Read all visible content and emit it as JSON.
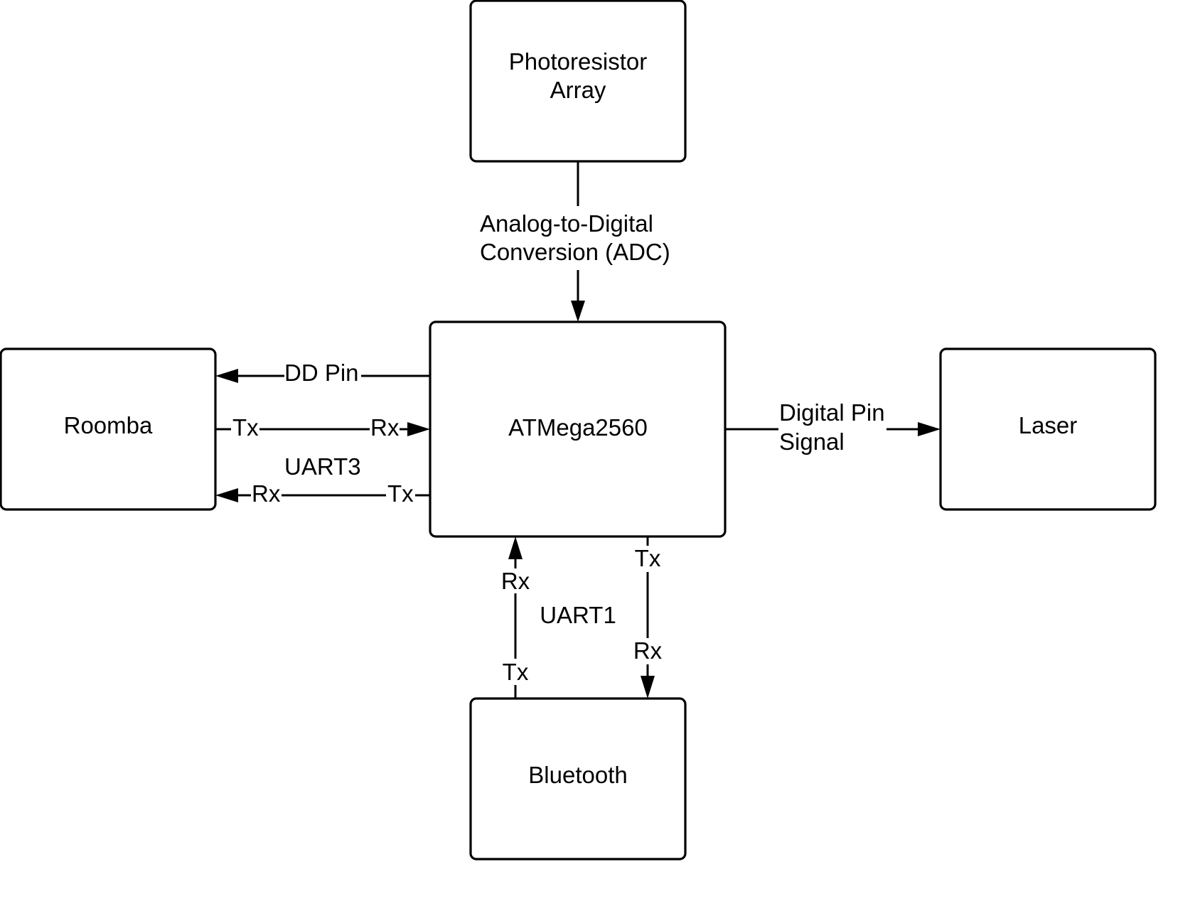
{
  "blocks": {
    "photoresistor": {
      "line1": "Photoresistor",
      "line2": "Array"
    },
    "roomba": "Roomba",
    "mcu": "ATMega2560",
    "laser": "Laser",
    "bluetooth": "Bluetooth"
  },
  "links": {
    "adc": {
      "line1": "Analog-to-Digital",
      "line2": "Conversion (ADC)"
    },
    "dd_pin": "DD Pin",
    "uart3": {
      "label": "UART3",
      "roomba_tx": "Tx",
      "mcu_rx": "Rx",
      "roomba_rx": "Rx",
      "mcu_tx": "Tx"
    },
    "digital_pin": {
      "line1": "Digital Pin",
      "line2": "Signal"
    },
    "uart1": {
      "label": "UART1",
      "mcu_rx": "Rx",
      "bt_tx": "Tx",
      "mcu_tx": "Tx",
      "bt_rx": "Rx"
    }
  }
}
